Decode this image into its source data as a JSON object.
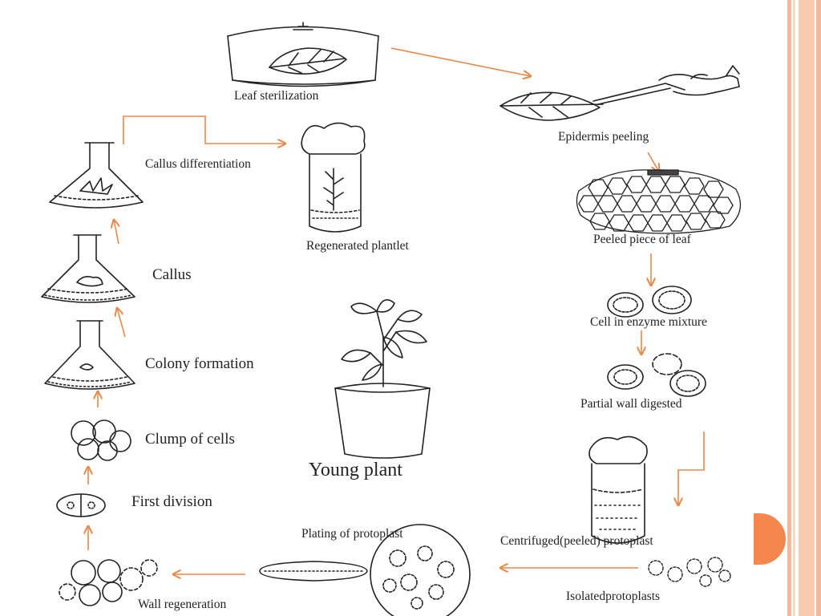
{
  "colors": {
    "arrow": "#E8894A",
    "border": "#F4B79A",
    "tab": "#F5864C",
    "ink": "#222222"
  },
  "labels": {
    "leaf_sterilization": "Leaf sterilization",
    "epidermis_peeling": "Epidermis peeling",
    "peeled_piece": "Peeled piece of leaf",
    "enzyme_mixture": "Cell in enzyme mixture",
    "partial_wall": "Partial wall digested",
    "centrifuged": "Centrifuged(peeled) protoplast",
    "isolated": "Isolatedprotoplasts",
    "plating": "Plating of protoplast",
    "wall_regeneration": "Wall regeneration",
    "first_division": "First division",
    "clump": "Clump of cells",
    "colony": "Colony formation",
    "callus": "Callus",
    "callus_diff": "Callus differentiation",
    "regenerated": "Regenerated plantlet",
    "young_plant": "Young plant"
  }
}
